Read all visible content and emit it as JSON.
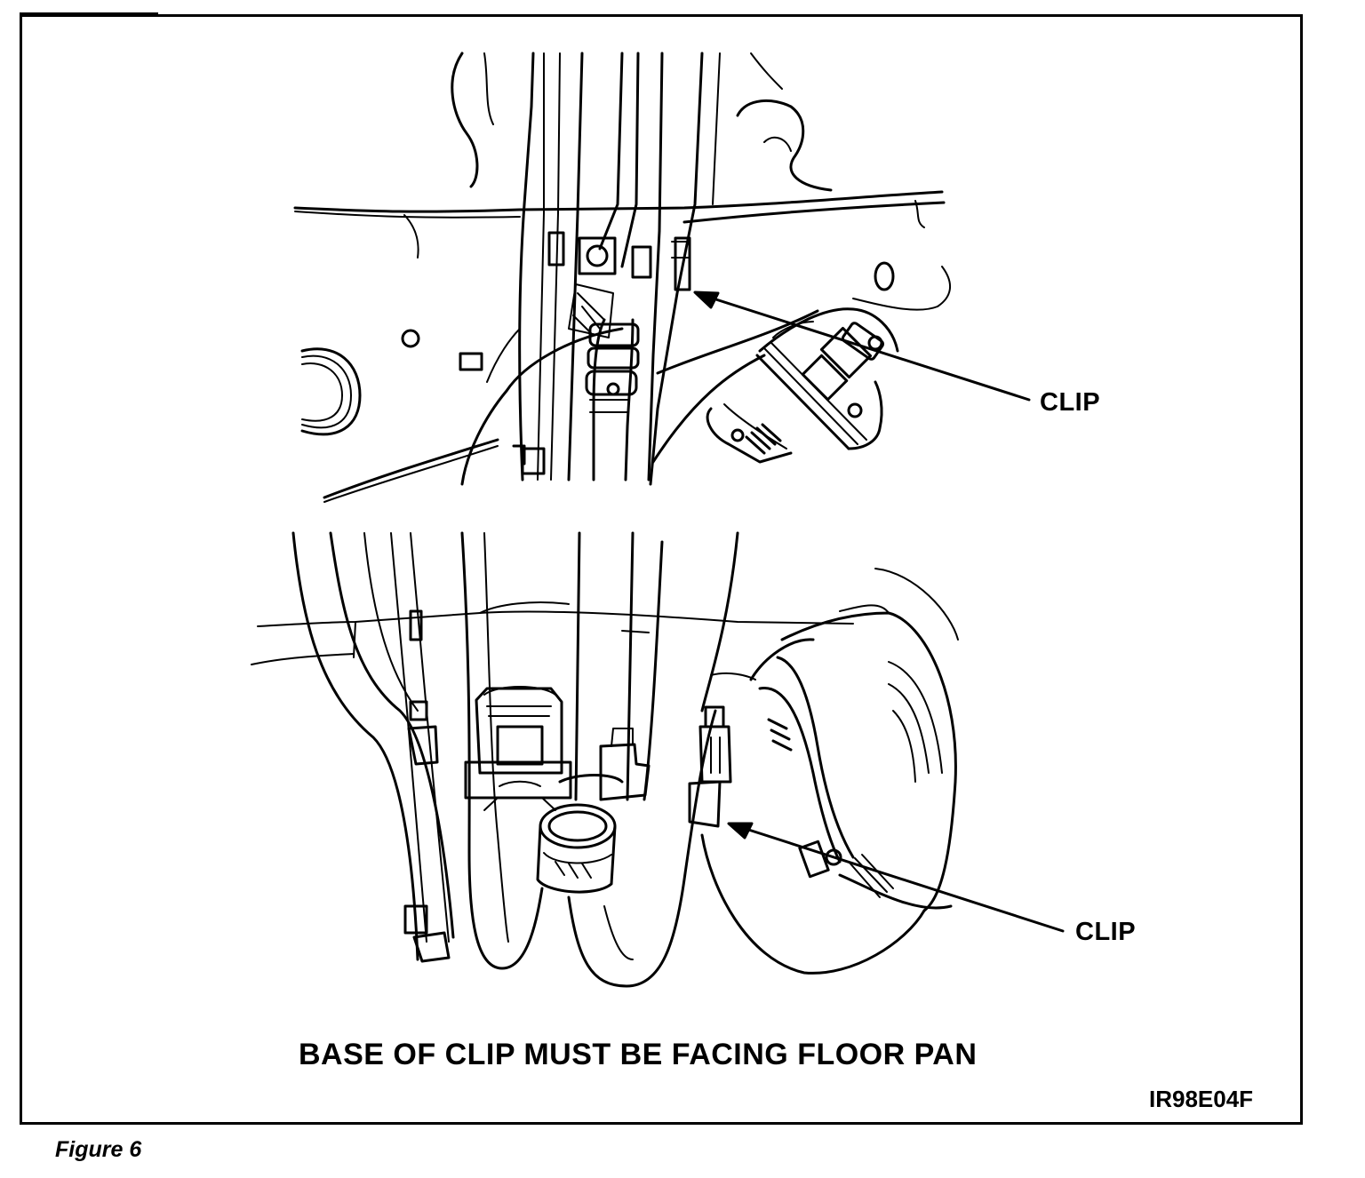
{
  "callouts": {
    "upper": "CLIP",
    "lower": "CLIP"
  },
  "caption": "BASE OF CLIP MUST BE FACING FLOOR PAN",
  "illustration_code": "IR98E04F",
  "figure_label": "Figure 6"
}
